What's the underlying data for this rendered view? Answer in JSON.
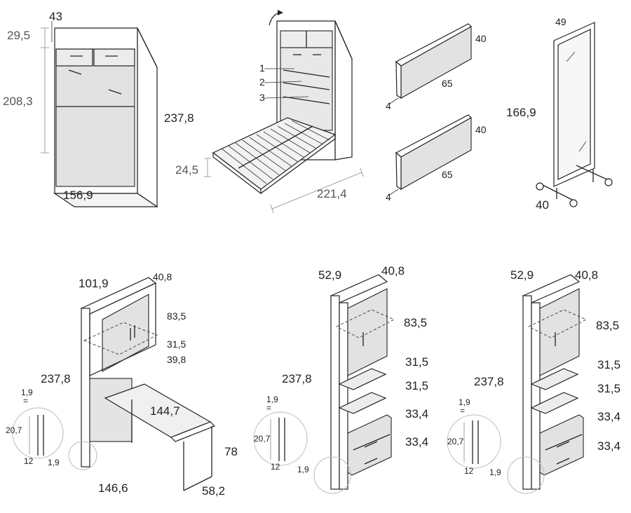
{
  "bed_closed": {
    "depth": "43",
    "top": "29,5",
    "bed_height": "208,3",
    "total_height": "237,8",
    "width": "156,9"
  },
  "bed_open": {
    "label1": "1",
    "label2": "2",
    "label3": "3",
    "leg_height": "24,5",
    "length": "221,4"
  },
  "shelf_a": {
    "height": "40",
    "width": "65",
    "thickness": "4"
  },
  "shelf_b": {
    "height": "40",
    "width": "65",
    "thickness": "4"
  },
  "mirror": {
    "width": "49",
    "height": "166,9",
    "base": "40"
  },
  "desk_unit": {
    "width": "101,9",
    "depth": "40,8",
    "cabinet_h": "83,5",
    "gap1": "31,5",
    "gap2": "39,8",
    "total_h": "237,8",
    "desk_w": "144,7",
    "desk_h": "78",
    "base_w": "146,6",
    "desk_d": "58,2",
    "detail": {
      "a": "1,9",
      "eq": "=",
      "b": "20,7",
      "c": "12",
      "d": "1,9"
    }
  },
  "shelf_unit_1": {
    "width": "52,9",
    "depth": "40,8",
    "cabinet_h": "83,5",
    "s1": "31,5",
    "s2": "31,5",
    "s3": "33,4",
    "s4": "33,4",
    "total_h": "237,8",
    "detail": {
      "a": "1,9",
      "eq": "=",
      "b": "20,7",
      "c": "12",
      "d": "1,9"
    }
  },
  "shelf_unit_2": {
    "width": "52,9",
    "depth": "40,8",
    "cabinet_h": "83,5",
    "s1": "31,5",
    "s2": "31,5",
    "s3": "33,4",
    "s4": "33,4",
    "total_h": "237,8",
    "detail": {
      "a": "1,9",
      "eq": "=",
      "b": "20,7",
      "c": "12",
      "d": "1,9"
    }
  }
}
